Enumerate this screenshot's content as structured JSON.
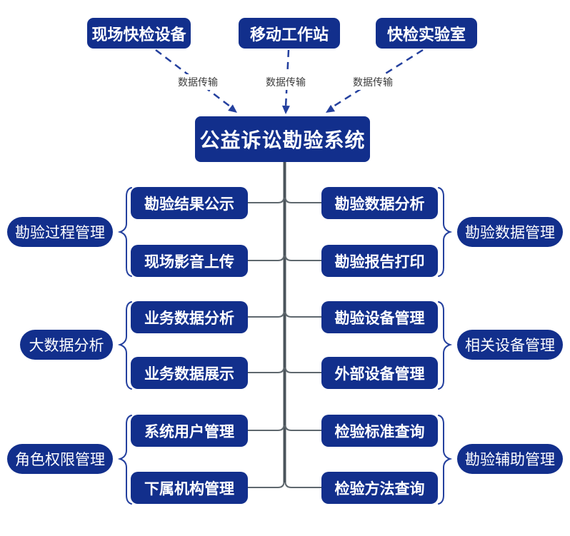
{
  "diagram": {
    "title": "公益诉讼勘验系统",
    "sources": [
      {
        "label": "现场快检设备"
      },
      {
        "label": "移动工作站"
      },
      {
        "label": "快检实验室"
      }
    ],
    "edges": [
      {
        "label": "数据传输"
      },
      {
        "label": "数据传输"
      },
      {
        "label": "数据传输"
      }
    ],
    "groups": [
      {
        "label": "勘验过程管理",
        "side": "left",
        "items": [
          "勘验结果公示",
          "现场影音上传"
        ]
      },
      {
        "label": "勘验数据管理",
        "side": "right",
        "items": [
          "勘验数据分析",
          "勘验报告打印"
        ]
      },
      {
        "label": "大数据分析",
        "side": "left",
        "items": [
          "业务数据分析",
          "业务数据展示"
        ]
      },
      {
        "label": "相关设备管理",
        "side": "right",
        "items": [
          "勘验设备管理",
          "外部设备管理"
        ]
      },
      {
        "label": "角色权限管理",
        "side": "left",
        "items": [
          "系统用户管理",
          "下属机构管理"
        ]
      },
      {
        "label": "勘验辅助管理",
        "side": "right",
        "items": [
          "检验标准查询",
          "检验方法查询"
        ]
      }
    ],
    "colors": {
      "node": "#122f8c",
      "accent": "#24409e",
      "trunk": "#4b545b",
      "connector": "#5f686e",
      "edge_label": "#3c3c3c"
    }
  }
}
